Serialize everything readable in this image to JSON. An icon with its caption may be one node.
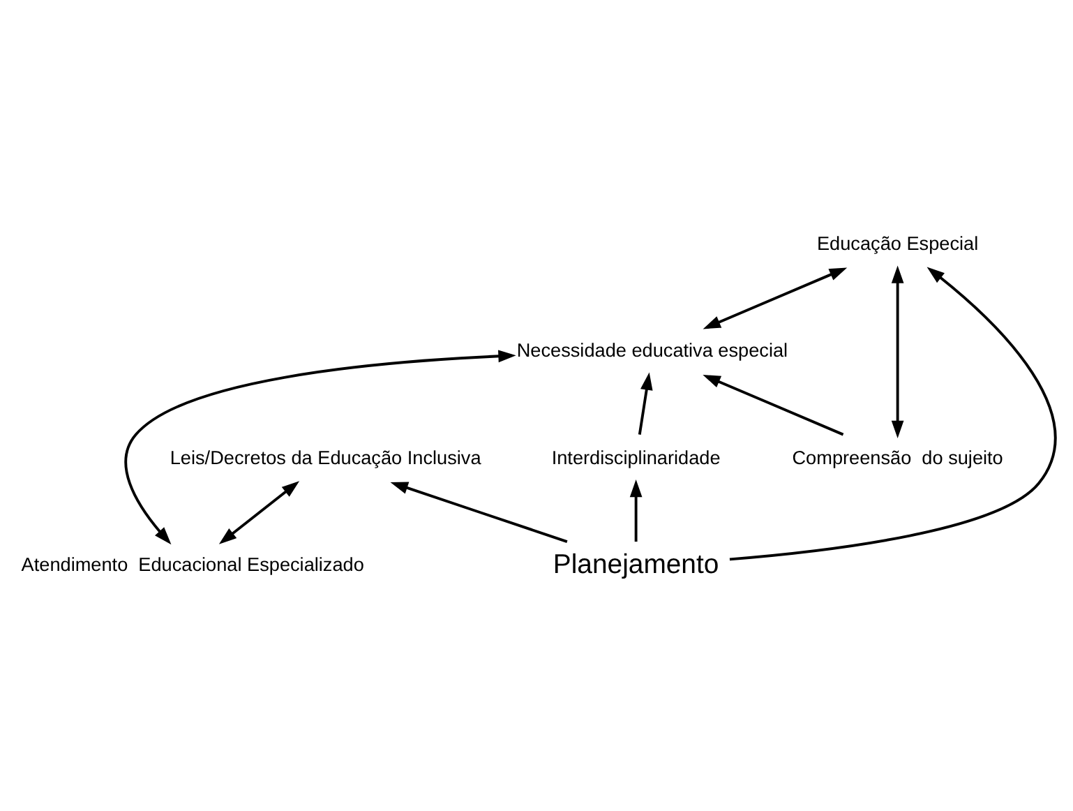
{
  "diagram": {
    "nodes": [
      {
        "text": [
          "Atendimento  Educacional Especializado"
        ]
      },
      {
        "text": [
          "Necessidade educativa especial"
        ]
      },
      {
        "text": [
          "Compreensão  do sujeito"
        ]
      },
      {
        "text": [
          "Interdisciplinaridade"
        ]
      },
      {
        "text": [
          "Educação Especial"
        ]
      },
      {
        "text": [
          "Planejamento"
        ]
      },
      {
        "text": [
          "Leis/Decretos da Educação Inclusiva"
        ]
      }
    ],
    "edges": [
      {
        "from": 0,
        "to": 1,
        "arrow": "both"
      },
      {
        "from": 0,
        "to": 6,
        "arrow": "both"
      },
      {
        "from": 1,
        "to": 4,
        "arrow": "both"
      },
      {
        "from": 2,
        "to": 1,
        "arrow": "to"
      },
      {
        "from": 2,
        "to": 4,
        "arrow": "both"
      },
      {
        "from": 3,
        "to": 1,
        "arrow": "to"
      },
      {
        "from": 5,
        "to": 3,
        "arrow": "to"
      },
      {
        "from": 5,
        "to": 4,
        "arrow": "to"
      },
      {
        "from": 5,
        "to": 6,
        "arrow": "to"
      }
    ]
  }
}
